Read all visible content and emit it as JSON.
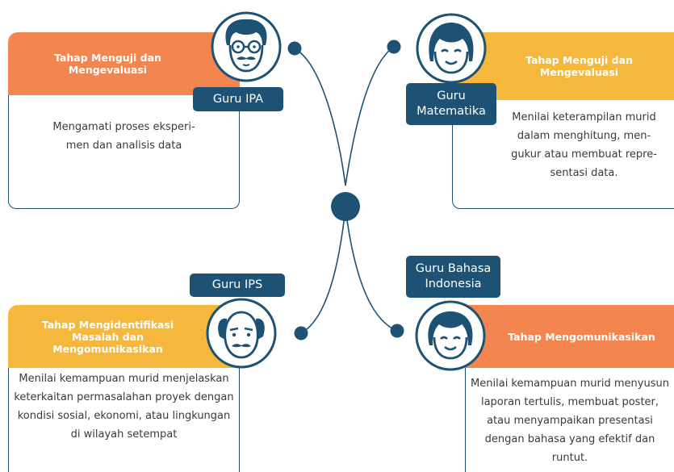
{
  "colors": {
    "navy": "#1d5275",
    "orange": "#f3864f",
    "yellow": "#f6b83c",
    "text": "#3a3a3a"
  },
  "panels": {
    "top_left": {
      "stage": "Tahap Menguji dan Mengevaluasi",
      "teacher": "Guru IPA",
      "description": "Mengamati proses eksperi-men dan analisis data",
      "avatar_icon": "man-glasses-mustache-icon"
    },
    "top_right": {
      "stage": "Tahap Menguji dan Mengevaluasi",
      "teacher": "Guru Matematika",
      "description": "Menilai keterampilan murid dalam menghitung, men-gukur atau membuat repre-sentasi data.",
      "avatar_icon": "woman-short-hair-icon"
    },
    "bottom_left": {
      "stage": "Tahap Mengidentifikasi Masalah dan Mengomunikasikan",
      "teacher": "Guru IPS",
      "description": "Menilai kemampuan murid menjelaskan keterkaitan permasalahan proyek dengan kondisi sosial, ekonomi, atau lingkungan di wilayah setempat",
      "avatar_icon": "bald-man-mustache-icon"
    },
    "bottom_right": {
      "stage": "Tahap Mengomunikasikan",
      "teacher": "Guru Bahasa Indonesia",
      "description": "Menilai kemampuan murid menyusun laporan tertulis, membuat poster, atau menyampaikan presentasi dengan bahasa yang efektif dan runtut.",
      "avatar_icon": "woman-bob-hair-icon"
    }
  }
}
